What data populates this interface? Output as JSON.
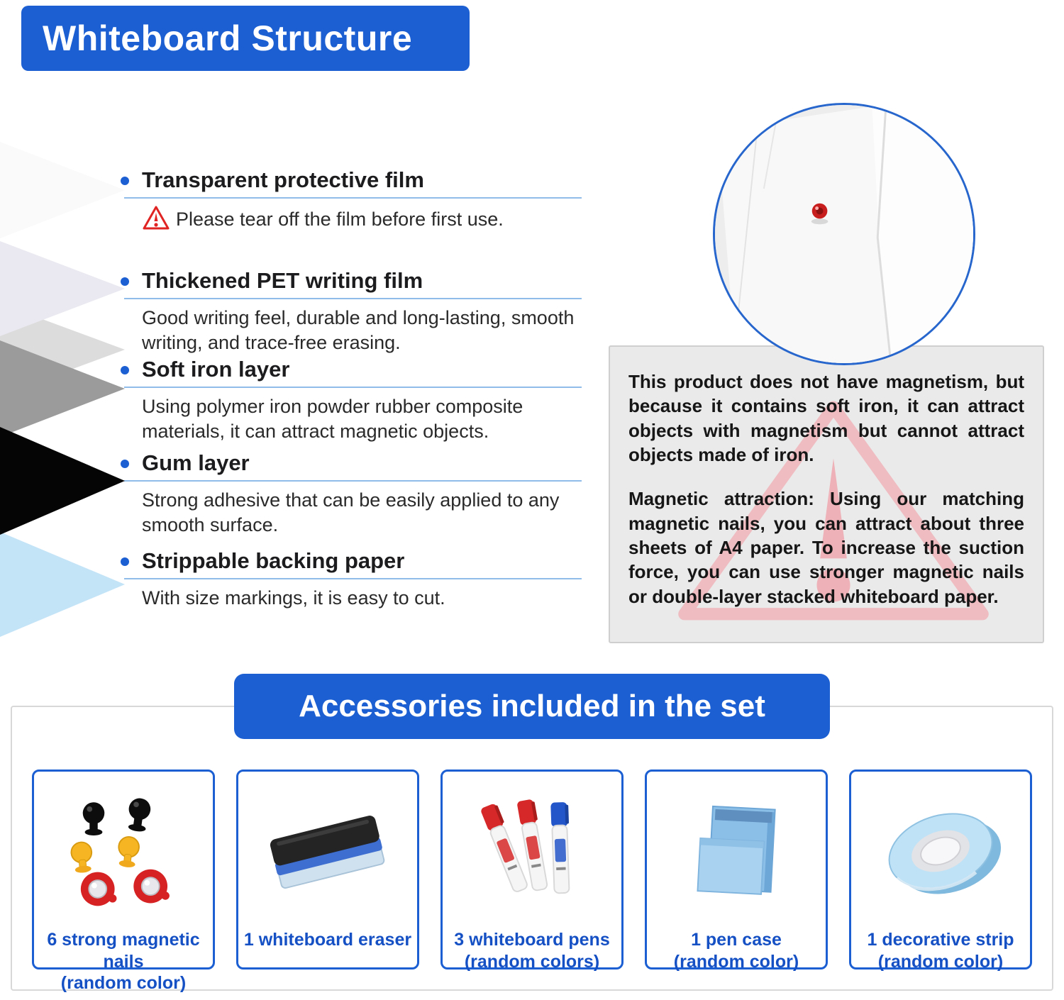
{
  "header": {
    "title": "Whiteboard Structure"
  },
  "colors": {
    "accent_blue": "#1b5fd3",
    "label_blue": "#1550c4",
    "warning_red": "#e02424",
    "watermark_pink": "#f2a0a8",
    "notice_bg": "#eaeaea"
  },
  "layers": [
    {
      "heading": "Transparent protective film",
      "description": "Please tear off the film before first use.",
      "warning": true,
      "color": "#fafafa"
    },
    {
      "heading": "Thickened PET writing film",
      "description": "Good writing feel, durable and long-lasting, smooth writing, and trace-free erasing.",
      "warning": false,
      "color": "#eae8f0"
    },
    {
      "heading": "Soft iron layer",
      "description": "Using polymer iron powder rubber composite materials, it can attract magnetic objects.",
      "warning": false,
      "color": "#9b9b9b"
    },
    {
      "heading": "Gum layer",
      "description": "Strong adhesive that can be easily applied to any smooth surface.",
      "warning": false,
      "color": "#050505"
    },
    {
      "heading": "Strippable backing paper",
      "description": "With size markings, it is easy to cut.",
      "warning": false,
      "color": "#c3e3f7"
    }
  ],
  "notice": {
    "paragraph1": "This product does not have magnetism, but because it contains soft iron, it can attract objects with magnetism but cannot attract objects made of iron.",
    "paragraph2": "Magnetic attraction: Using our matching magnetic nails, you can attract about three sheets of A4 paper. To increase the suction force, you can use stronger magnetic nails or double-layer stacked whiteboard paper."
  },
  "accessories": {
    "title": "Accessories included in the set",
    "items": [
      {
        "label": "6 strong magnetic nails",
        "sublabel": "(random color)"
      },
      {
        "label": "1 whiteboard eraser",
        "sublabel": ""
      },
      {
        "label": "3 whiteboard pens",
        "sublabel": "(random colors)"
      },
      {
        "label": "1 pen case",
        "sublabel": "(random color)"
      },
      {
        "label": "1 decorative strip",
        "sublabel": "(random color)"
      }
    ]
  }
}
